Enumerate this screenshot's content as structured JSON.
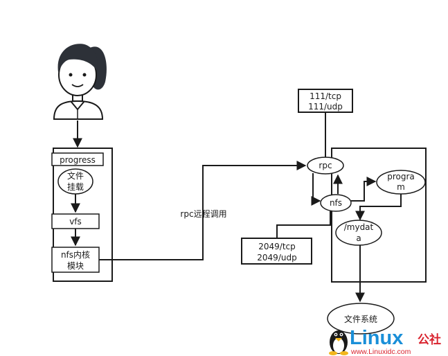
{
  "client": {
    "progress_label": "progress",
    "mount_label_line1": "文件",
    "mount_label_line2": "挂载",
    "vfs_label": "vfs",
    "kernel_label_line1": "nfs内核",
    "kernel_label_line2": "模块"
  },
  "link": {
    "label": "rpc远程调用"
  },
  "server": {
    "port_rpc_line1": "111/tcp",
    "port_rpc_line2": "111/udp",
    "rpc_label": "rpc",
    "nfs_label": "nfs",
    "program_line1": "progra",
    "program_line2": "m",
    "mydata_line1": "/mydat",
    "mydata_line2": "a",
    "port_nfs_line1": "2049/tcp",
    "port_nfs_line2": "2049/udp"
  },
  "storage": {
    "label": "文件系统"
  },
  "watermark": {
    "brand": "Linux",
    "brand_cn": "公社",
    "url": "www.Linuxidc.com",
    "brand_color": "#1a8fd8",
    "accent_color": "#d9232e"
  }
}
